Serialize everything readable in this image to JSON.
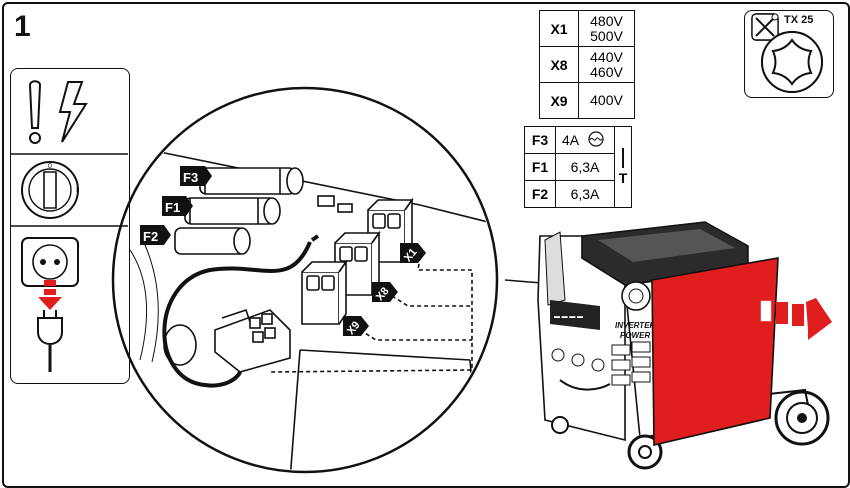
{
  "step": {
    "number": "1"
  },
  "voltage_table": [
    {
      "key": "X1",
      "values": [
        "480V",
        "500V"
      ]
    },
    {
      "key": "X8",
      "values": [
        "440V",
        "460V"
      ]
    },
    {
      "key": "X9",
      "values": [
        "400V"
      ]
    }
  ],
  "fuse_table": {
    "rows": [
      {
        "key": "F3",
        "value": "4A"
      },
      {
        "key": "F1",
        "value": "6,3A"
      },
      {
        "key": "F2",
        "value": "6,3A"
      }
    ],
    "side_label": "T"
  },
  "tool": {
    "label": "TX 25"
  },
  "detail_labels": {
    "fuses": [
      "F3",
      "F1",
      "F2"
    ],
    "connectors": [
      "X1",
      "X8",
      "X9"
    ]
  },
  "machine": {
    "panel_text": [
      "INVERTER",
      "POWER"
    ]
  },
  "colors": {
    "accent": "#e01e1e",
    "line": "#111111"
  },
  "icons": [
    "warning-voltage-icon",
    "power-switch-off-icon",
    "unplug-mains-icon",
    "screwdriver-wrench-icon",
    "torx-bit-icon",
    "remove-panel-arrow-icon"
  ]
}
